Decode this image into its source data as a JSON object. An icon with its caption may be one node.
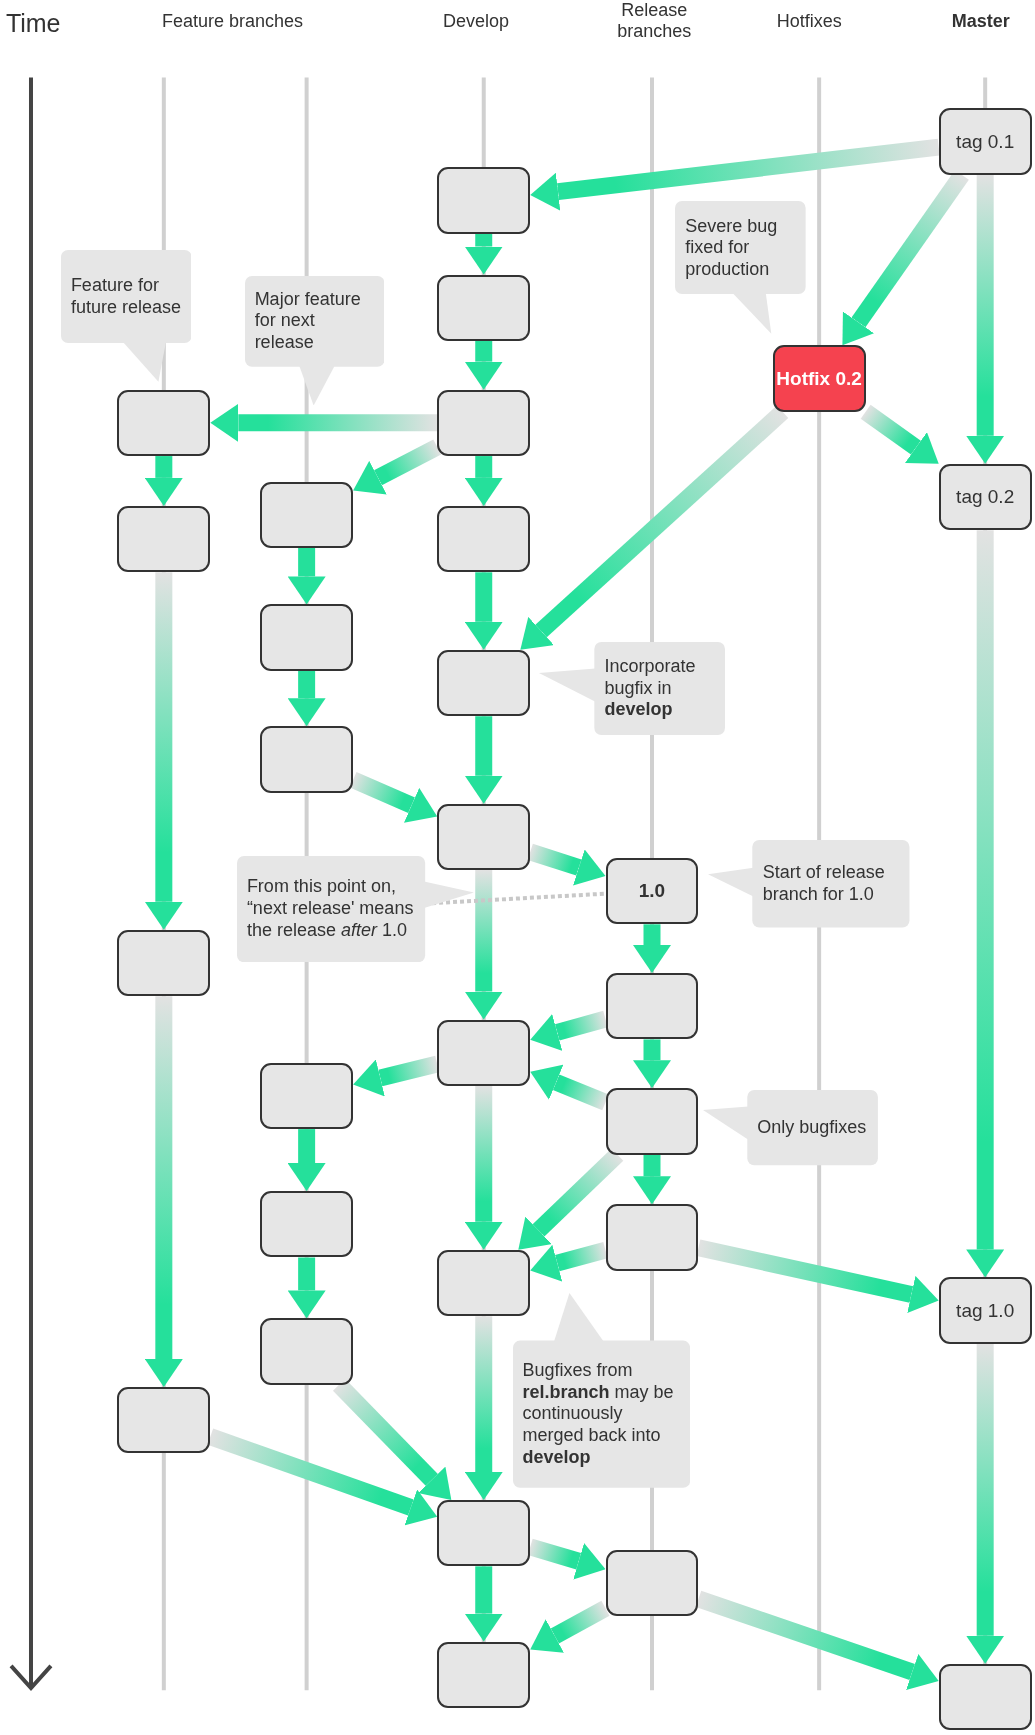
{
  "diagram": {
    "nodes": [
      {
        "text": [
          "tag 0.1"
        ]
      },
      {
        "text": [],
        "shape": "box"
      },
      {
        "text": [],
        "shape": "box"
      },
      {
        "text": [],
        "shape": "box"
      },
      {
        "text": [],
        "shape": "box"
      },
      {
        "text": [
          "Hotfix 0.2"
        ]
      },
      {
        "text": [],
        "shape": "box"
      },
      {
        "text": [],
        "shape": "box"
      },
      {
        "text": [],
        "shape": "box"
      },
      {
        "text": [
          "tag 0.2"
        ]
      },
      {
        "text": [],
        "shape": "box"
      },
      {
        "text": [],
        "shape": "box"
      },
      {
        "text": [],
        "shape": "box"
      },
      {
        "text": [],
        "shape": "box"
      },
      {
        "text": [
          "1.0"
        ]
      },
      {
        "text": [],
        "shape": "box"
      },
      {
        "text": [],
        "shape": "box"
      },
      {
        "text": [],
        "shape": "box"
      },
      {
        "text": [],
        "shape": "box"
      },
      {
        "text": [],
        "shape": "box"
      },
      {
        "text": [],
        "shape": "box"
      },
      {
        "text": [],
        "shape": "box"
      },
      {
        "text": [],
        "shape": "box"
      },
      {
        "text": [
          "tag 1.0"
        ]
      },
      {
        "text": [],
        "shape": "box"
      },
      {
        "text": [],
        "shape": "box"
      },
      {
        "text": [],
        "shape": "box"
      },
      {
        "text": [],
        "shape": "box"
      },
      {
        "text": [],
        "shape": "box"
      },
      {
        "text": [],
        "shape": "box"
      },
      {
        "text": [
          "Feature for future release"
        ]
      },
      {
        "text": [
          "Major feature for next release"
        ]
      },
      {
        "text": [
          "Severe bug fixed for production"
        ]
      },
      {
        "text": [
          "Incorporate bugfix in **develop**"
        ]
      },
      {
        "text": [
          "From this point on, “next release' means the release *after* 1.0"
        ]
      },
      {
        "text": [
          "Start of release branch for 1.0"
        ]
      },
      {
        "text": [
          "Only bugfixes"
        ]
      },
      {
        "text": [
          "Bugfixes from **rel.branch** may be continuously merged back into **develop**"
        ]
      }
    ],
    "edges": [
      {
        "from": 0,
        "to": 1,
        "arrow": "to"
      },
      {
        "from": 0,
        "to": 5,
        "arrow": "to"
      },
      {
        "from": 0,
        "to": 9,
        "arrow": "to"
      },
      {
        "from": 1,
        "to": 2,
        "arrow": "to"
      },
      {
        "from": 2,
        "to": 3,
        "arrow": "to"
      },
      {
        "from": 3,
        "to": 4,
        "arrow": "to"
      },
      {
        "from": 3,
        "to": 6,
        "arrow": "to"
      },
      {
        "from": 3,
        "to": 8,
        "arrow": "to"
      },
      {
        "from": 4,
        "to": 7,
        "arrow": "to"
      },
      {
        "from": 5,
        "to": 9,
        "arrow": "to"
      },
      {
        "from": 5,
        "to": 11,
        "arrow": "to"
      },
      {
        "from": 6,
        "to": 10,
        "arrow": "to"
      },
      {
        "from": 10,
        "to": 12,
        "arrow": "to"
      },
      {
        "from": 8,
        "to": 11,
        "arrow": "to"
      },
      {
        "from": 11,
        "to": 13,
        "arrow": "to"
      },
      {
        "from": 12,
        "to": 13,
        "arrow": "to"
      },
      {
        "from": 13,
        "to": 14,
        "arrow": "to"
      },
      {
        "from": 7,
        "to": 15,
        "arrow": "to"
      },
      {
        "from": 14,
        "to": 16,
        "arrow": "to"
      },
      {
        "from": 13,
        "to": 17,
        "arrow": "to"
      },
      {
        "from": 16,
        "to": 17,
        "arrow": "to"
      },
      {
        "from": 16,
        "to": 19,
        "arrow": "to"
      },
      {
        "from": 17,
        "to": 18,
        "arrow": "to"
      },
      {
        "from": 17,
        "to": 22,
        "arrow": "to"
      },
      {
        "from": 19,
        "to": 17,
        "arrow": "to"
      },
      {
        "from": 19,
        "to": 22,
        "arrow": "to"
      },
      {
        "from": 19,
        "to": 21,
        "arrow": "to"
      },
      {
        "from": 18,
        "to": 20,
        "arrow": "to"
      },
      {
        "from": 20,
        "to": 24,
        "arrow": "to"
      },
      {
        "from": 21,
        "to": 22,
        "arrow": "to"
      },
      {
        "from": 21,
        "to": 23,
        "arrow": "to"
      },
      {
        "from": 9,
        "to": 23,
        "arrow": "to"
      },
      {
        "from": 22,
        "to": 26,
        "arrow": "to"
      },
      {
        "from": 24,
        "to": 26,
        "arrow": "to"
      },
      {
        "from": 15,
        "to": 25,
        "arrow": "to"
      },
      {
        "from": 25,
        "to": 26,
        "arrow": "to"
      },
      {
        "from": 26,
        "to": 27,
        "arrow": "to"
      },
      {
        "from": 27,
        "to": 28,
        "arrow": "to"
      },
      {
        "from": 26,
        "to": 28,
        "arrow": "to"
      },
      {
        "from": 27,
        "to": 29,
        "arrow": "to"
      },
      {
        "from": 23,
        "to": 29,
        "arrow": "to"
      },
      {
        "from": 34,
        "to": 14,
        "arrow": "none",
        "style": "dashed",
        "color": "#c8c8c8"
      }
    ],
    "labels": [
      "Time",
      "Feature branches",
      "Develop",
      "Release branches",
      "Hotfixes",
      "Master"
    ]
  }
}
